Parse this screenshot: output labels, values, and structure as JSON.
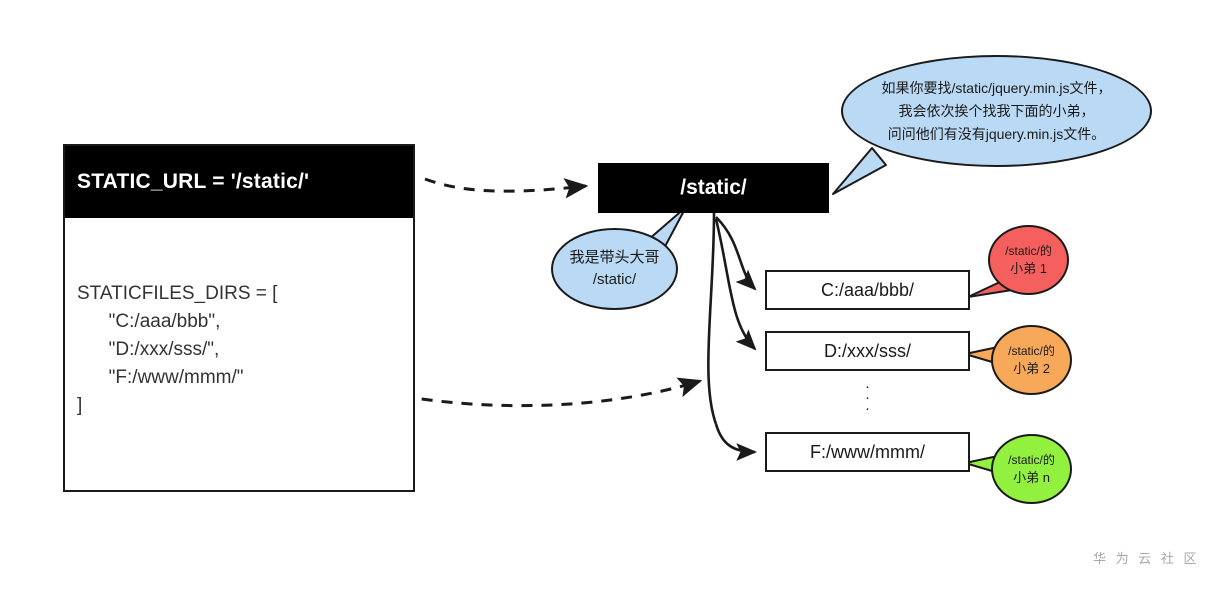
{
  "diagram": {
    "title": "Django STATIC_URL and STATICFILES_DIRS lookup diagram",
    "colors": {
      "node_fill": "#000000",
      "node_text": "#ffffff",
      "box_border": "#1a1a1a",
      "bubble_blue": "#b9d9f5",
      "minion_red": "#f5605f",
      "minion_orange": "#f7a858",
      "minion_green": "#92f03f",
      "watermark": "#a8a8a8"
    }
  },
  "code_panel": {
    "header": "STATIC_URL = '/static/'",
    "body": "STATICFILES_DIRS = [\n      \"C:/aaa/bbb\",\n      \"D:/xxx/sss/\",\n      \"F:/www/mmm/\"\n]"
  },
  "static_node": {
    "label": "/static/"
  },
  "dir_boxes": [
    {
      "label": "C:/aaa/bbb/"
    },
    {
      "label": "D:/xxx/sss/"
    },
    {
      "label": "F:/www/mmm/"
    }
  ],
  "ellipsis": "·",
  "bubbles": {
    "big": {
      "lines": [
        "如果你要找/static/jquery.min.js文件，",
        "我会依次挨个找我下面的小弟，",
        "问问他们有没有jquery.min.js文件。"
      ]
    },
    "small": {
      "lines": [
        "我是带头大哥",
        "/static/"
      ]
    },
    "minions": [
      {
        "line1": "/static/的",
        "line2": "小弟 1"
      },
      {
        "line1": "/static/的",
        "line2": "小弟 2"
      },
      {
        "line1": "/static/的",
        "line2": "小弟 n"
      }
    ]
  },
  "watermark": "华 为 云 社 区"
}
